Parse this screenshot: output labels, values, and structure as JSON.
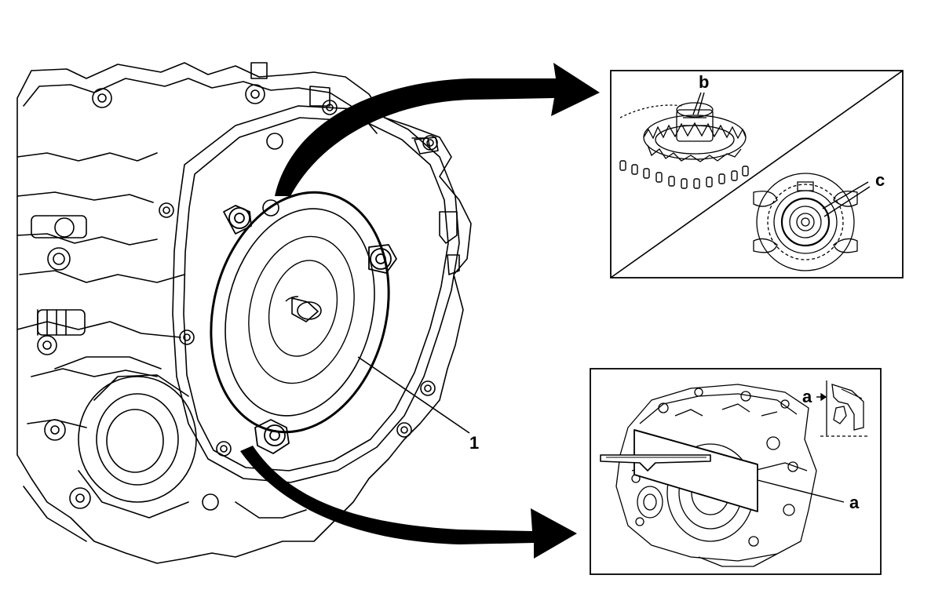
{
  "callouts": {
    "main_part": "1",
    "top_detail_mark": "b",
    "top_detail_mark_2": "c",
    "bottom_detail_mark_left": "a",
    "bottom_detail_mark_right": "a"
  },
  "colors": {
    "line": "#000000",
    "background": "#ffffff"
  },
  "icons": {
    "arrow_to_top_detail": "curved-arrow-icon",
    "arrow_to_bottom_detail": "curved-arrow-icon"
  }
}
